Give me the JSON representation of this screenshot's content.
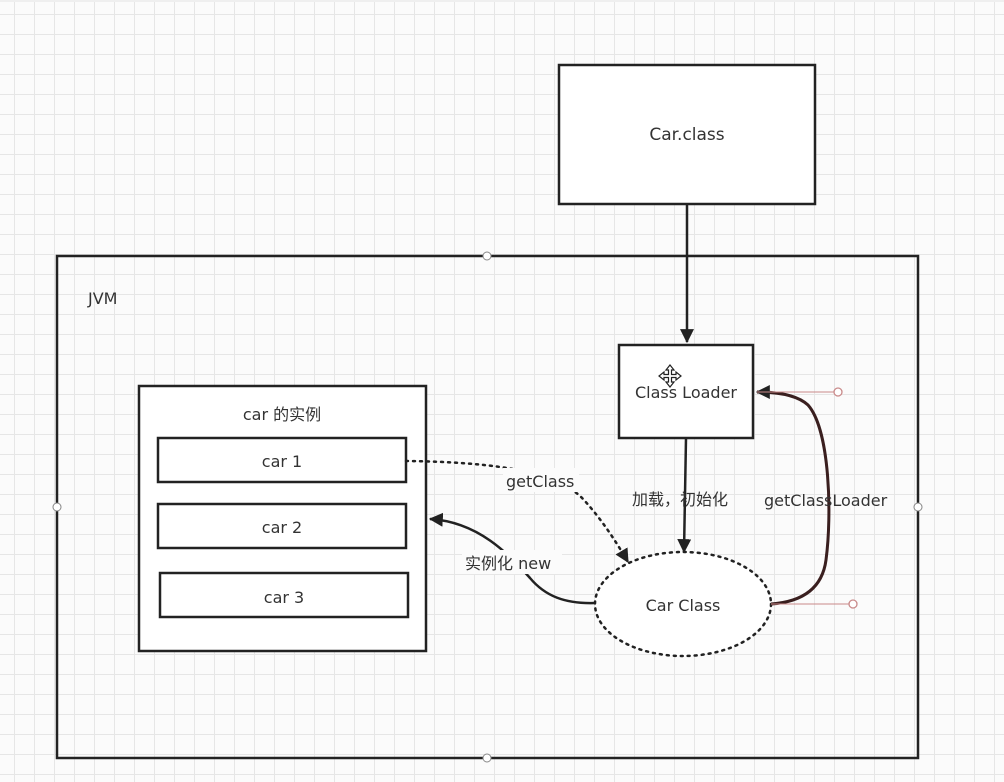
{
  "diagram": {
    "title": "",
    "nodes": {
      "car_class_file": "Car.class",
      "jvm": "JVM",
      "class_loader": "Class Loader",
      "instances_group": "car 的实例",
      "car1": "car 1",
      "car2": "car 2",
      "car3": "car 3",
      "car_class": "Car Class"
    },
    "edges": {
      "load_init": "加载，初始化",
      "get_class_loader": "getClassLoader",
      "get_class": "getClass",
      "instantiate": "实例化 new"
    },
    "colors": {
      "stroke": "#222222",
      "text": "#333333",
      "grid": "#e6e6e6",
      "handle": "#c98a8a",
      "curve_accent": "#7a3f3f"
    }
  }
}
